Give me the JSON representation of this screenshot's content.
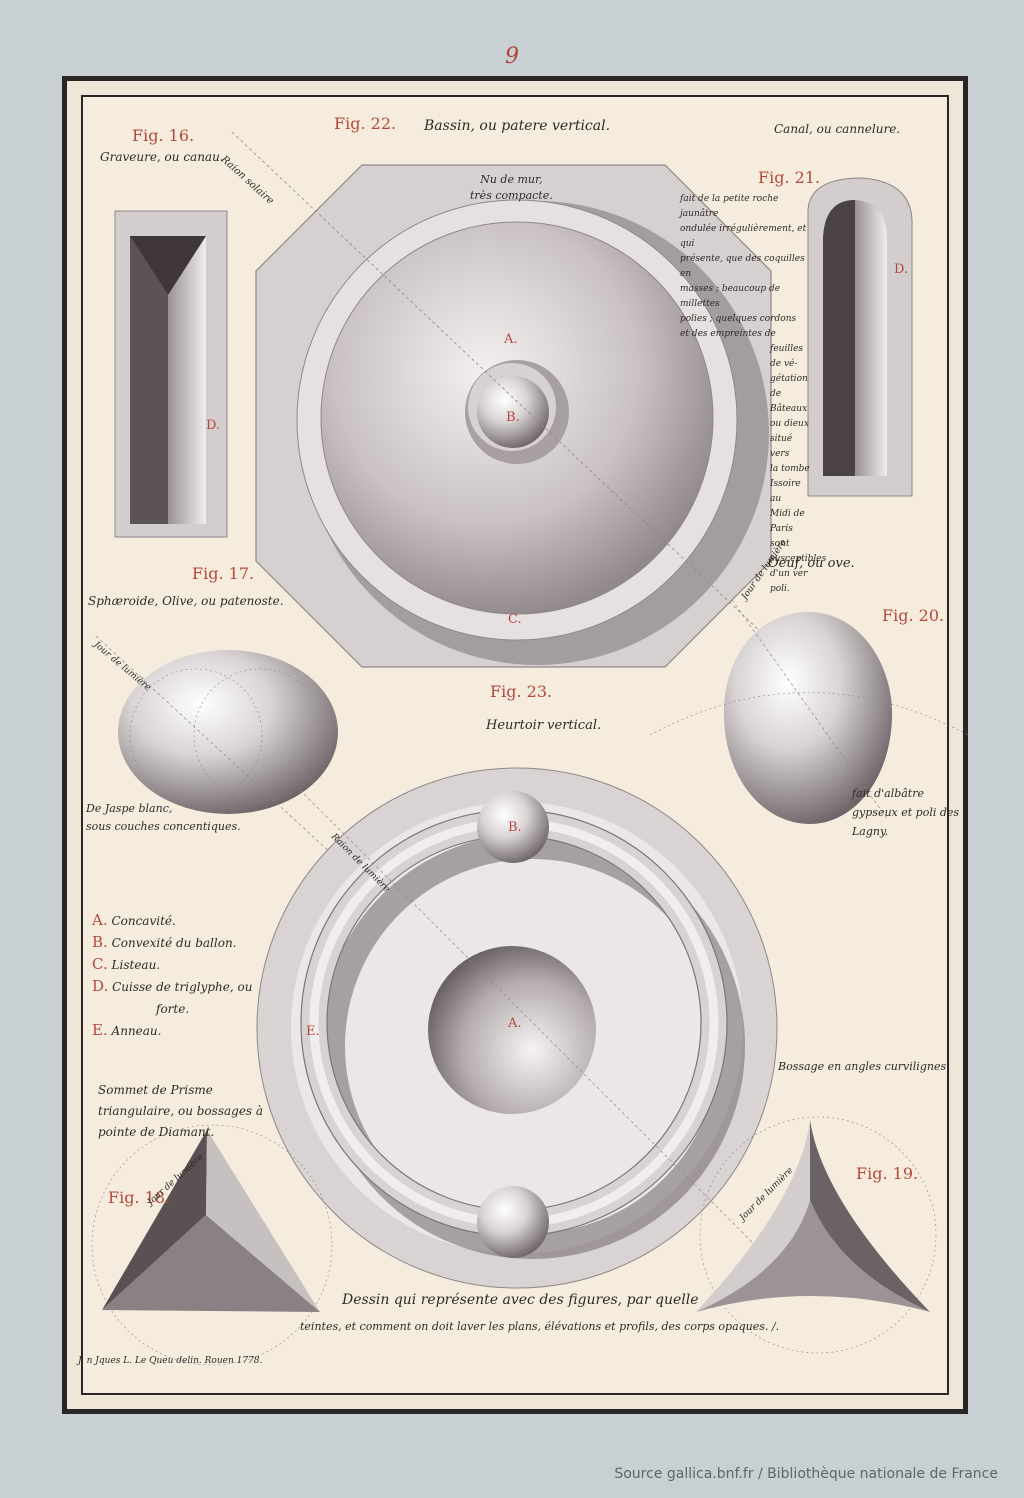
{
  "page_number": "9",
  "fig_labels": {
    "f16": "Fig. 16.",
    "f17": "Fig. 17.",
    "f18": "Fig. 18.",
    "f19": "Fig. 19.",
    "f20": "Fig. 20.",
    "f21": "Fig. 21.",
    "f22": "Fig. 22.",
    "f23": "Fig. 23."
  },
  "titles": {
    "f16": "Graveure, ou canau.",
    "f22": "Bassin, ou patere vertical.",
    "canal": "Canal, ou cannelure.",
    "f17": "Sphæroide, Olive, ou patenoste.",
    "oeuf": "Oeuf, ou ove.",
    "f23": "Heurtoir vertical.",
    "bossage": "Bossage en angles curvilignes",
    "prisme": [
      "Sommet de Prisme",
      "triangulaire, ou bossages à",
      "pointe de Diamant."
    ]
  },
  "annotations": {
    "rayon_solaire": "Raion solaire",
    "nu_de_mur": [
      "Nu de mur,",
      "très compacte."
    ],
    "jour_lumiere": "Jour de lumière",
    "rayon_lumiere": "Raion de lumière",
    "jaspe": [
      "De Jaspe blanc,",
      "sous couches concentiques."
    ],
    "albatre": [
      "fait d'albâtre",
      "gypseux et poli des",
      "Lagny."
    ],
    "side_note": [
      "fait de la petite roche jaunâtre",
      "ondulée irrégulièrement, et qui",
      "présente, que des coquilles en",
      "masses ; beaucoup de millettes",
      "polies ; quelques cordons",
      "et des empreintes de",
      "feuilles de vé-",
      "gétation de",
      "Bâteaux",
      "ou dieux",
      "situé vers",
      "la tombe",
      "Issoire au",
      "Midi de",
      "Paris sont",
      "susceptibles",
      "d'un ver poli."
    ]
  },
  "letters": {
    "f22_a": "A.",
    "f22_b": "B.",
    "f22_c": "C.",
    "f16_d": "D.",
    "f21_d": "D.",
    "f23_a": "A.",
    "f23_b": "B.",
    "f23_e": "E."
  },
  "legend": [
    {
      "letter": "A.",
      "text": "Concavité."
    },
    {
      "letter": "B.",
      "text": "Convexité du ballon."
    },
    {
      "letter": "C.",
      "text": "Listeau."
    },
    {
      "letter": "D.",
      "text": "Cuisse de triglyphe, ou"
    },
    {
      "letter": "",
      "text": "forte."
    },
    {
      "letter": "E.",
      "text": "Anneau."
    }
  ],
  "caption": [
    "Dessin qui représente avec des figures, par quelle",
    "teintes, et comment on doit laver les plans, élévations et profils, des corps opaques. /."
  ],
  "signature": "J. n Jques L. Le Queu delin. Rouen 1778.",
  "source": "Source gallica.bnf.fr  /  Bibliothèque nationale de France",
  "colors": {
    "paper": "#f6ecdd",
    "board": "#c9d0d3",
    "ink": "#2d2a28",
    "red_ink": "#b5483c",
    "stone_light": "#e9e4e3",
    "stone_mid": "#b8b0b2",
    "stone_dark": "#6a6164"
  }
}
